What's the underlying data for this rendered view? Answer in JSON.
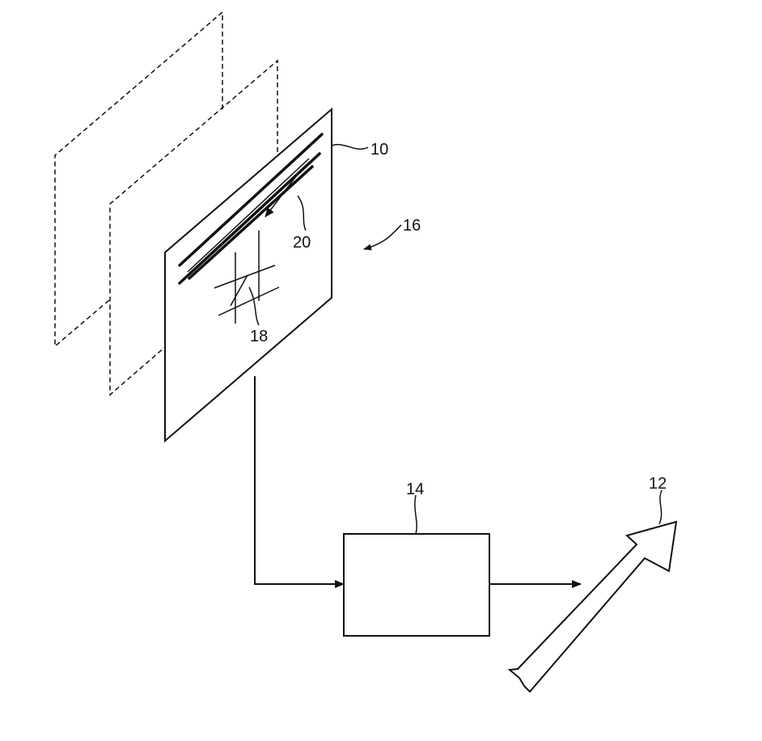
{
  "diagram": {
    "labels": {
      "plane_main": "10",
      "output_arrow": "12",
      "processor_box": "14",
      "plane_stack": "16",
      "grid_feature": "18",
      "stroke_feature": "20"
    }
  }
}
